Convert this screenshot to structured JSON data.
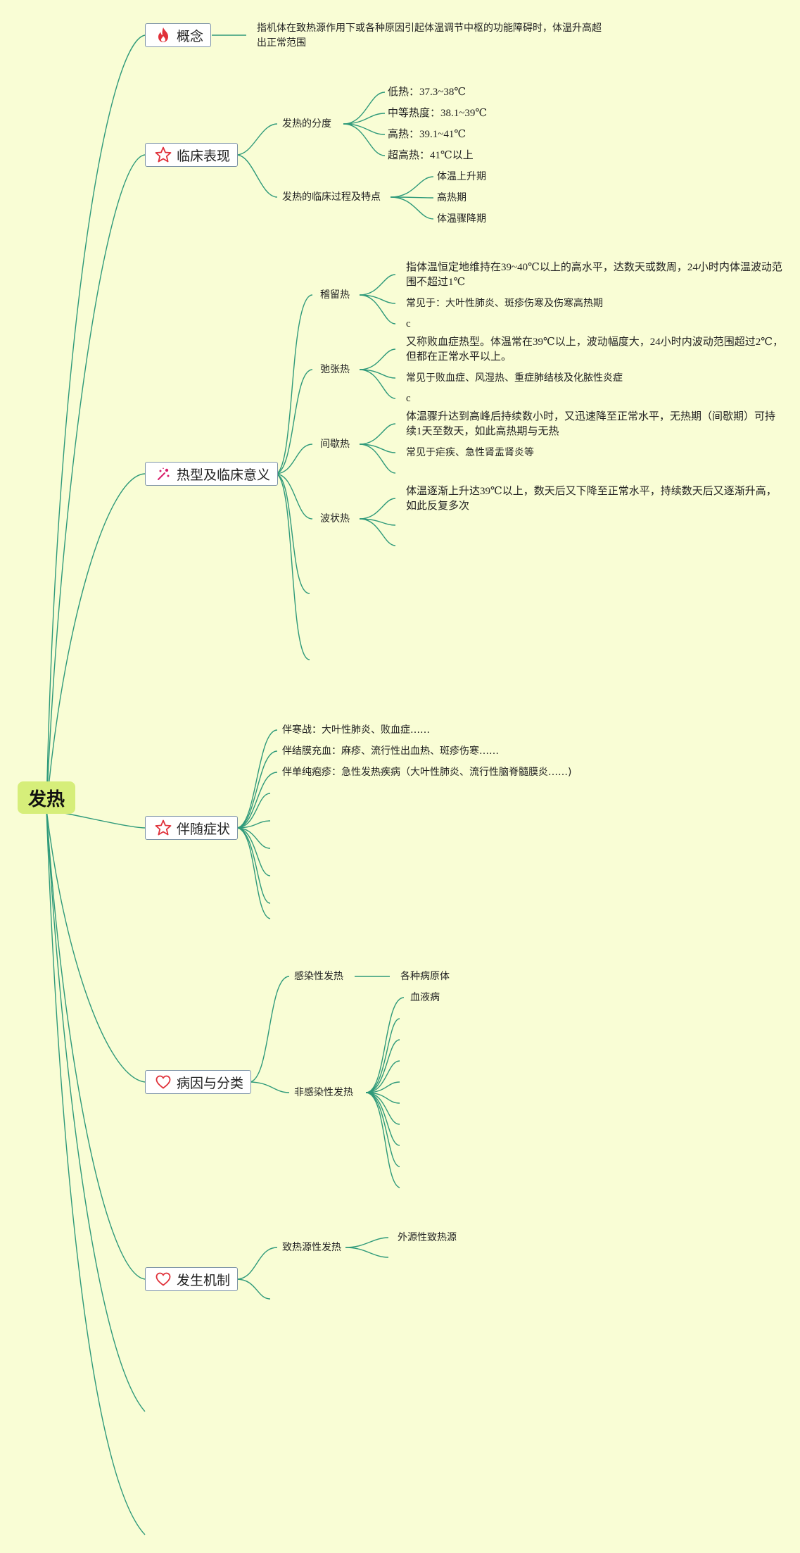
{
  "root": {
    "title": "发热"
  },
  "branches": {
    "concept": {
      "label": "概念",
      "icon": "fire-icon",
      "definition_line1": "指机体在致热源作用下或各种原因引起体温调节中枢的功能障碍时，体温升高超",
      "definition_line2": "出正常范围"
    },
    "clinical": {
      "label": "临床表现",
      "icon": "star-icon",
      "degree": {
        "label": "发热的分度",
        "items": [
          "低热：37.3~38℃",
          "中等热度：38.1~39℃",
          "高热：39.1~41℃",
          "超高热：41℃以上"
        ]
      },
      "process": {
        "label": "发热的临床过程及特点",
        "items": [
          "体温上升期",
          "高热期",
          "体温骤降期"
        ]
      }
    },
    "fever_types": {
      "label": "热型及临床意义",
      "icon": "sparkle-icon",
      "types": [
        {
          "label": "稽留热",
          "desc_line1": "指体温恒定地维持在39~40℃以上的高水平，达数天或数周，24小时内体温波动范",
          "desc_line2": "围不超过1℃",
          "common": "常见于：大叶性肺炎、斑疹伤寒及伤寒高热期",
          "extra": "c"
        },
        {
          "label": "弛张热",
          "desc_line1": "又称败血症热型。体温常在39℃以上，波动幅度大，24小时内波动范围超过2℃，",
          "desc_line2": "但都在正常水平以上。",
          "common": "常见于败血症、风湿热、重症肺结核及化脓性炎症",
          "extra": "c"
        },
        {
          "label": "间歇热",
          "desc_line1": "体温骤升达到高峰后持续数小时，又迅速降至正常水平，无热期（间歇期）可持",
          "desc_line2": "续1天至数天，如此高热期与无热",
          "common": "常见于疟疾、急性肾盂肾炎等"
        },
        {
          "label": "波状热",
          "desc_line1": "体温逐渐上升达39℃以上，数天后又下降至正常水平，持续数天后又逐渐升高，",
          "desc_line2": "如此反复多次"
        }
      ]
    },
    "symptoms": {
      "label": "伴随症状",
      "icon": "star-icon",
      "items": [
        "伴寒战：大叶性肺炎、败血症……",
        "伴结膜充血：麻疹、流行性出血热、斑疹伤寒……",
        "伴单纯疱疹：急性发热疾病（大叶性肺炎、流行性脑脊髓膜炎……)"
      ]
    },
    "causes": {
      "label": "病因与分类",
      "icon": "heart-icon",
      "infectious": {
        "label": "感染性发热",
        "child": "各种病原体"
      },
      "noninfectious": {
        "label": "非感染性发热",
        "child": "血液病"
      }
    },
    "mechanism": {
      "label": "发生机制",
      "icon": "heart-icon",
      "pyrogen": {
        "label": "致热源性发热",
        "child": "外源性致热源"
      }
    }
  },
  "colors": {
    "background": "#f9fdd5",
    "root_fill": "#d6ee7a",
    "link": "#2f9a7a",
    "branch_border": "#7d93a6",
    "icon_red": "#e0313a"
  }
}
